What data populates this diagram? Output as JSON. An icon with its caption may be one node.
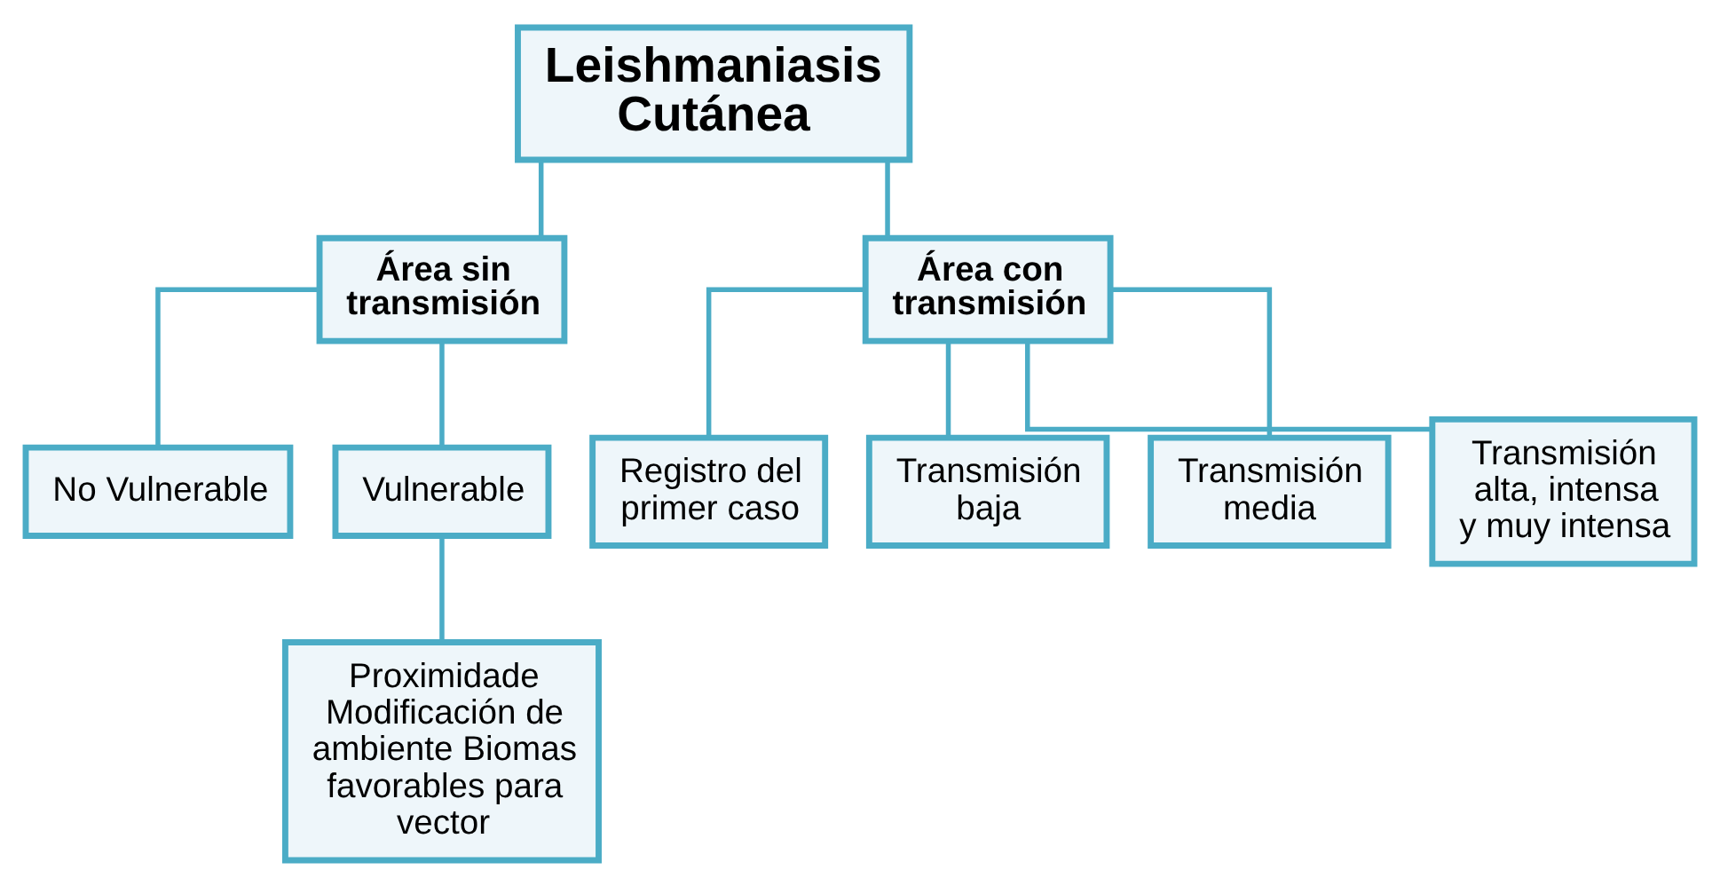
{
  "diagram": {
    "nodes": [
      {
        "text": [
          "Leishmaniasis Cutánea"
        ]
      },
      {
        "text": [
          "Área sin transmisión"
        ]
      },
      {
        "text": [
          "Área con transmisión"
        ]
      },
      {
        "text": [
          "No Vulnerable"
        ]
      },
      {
        "text": [
          "Vulnerable"
        ]
      },
      {
        "text": [
          "Registro del primer caso"
        ]
      },
      {
        "text": [
          "Transmisión baja"
        ]
      },
      {
        "text": [
          "Transmisión media"
        ]
      },
      {
        "text": [
          "Transmisión alta, intensa y muy intensa"
        ]
      },
      {
        "text": [
          "Proximidade Modificación de ambiente Biomas favorables para vector"
        ]
      }
    ],
    "edges": [
      {
        "from": 0,
        "to": 1,
        "arrow": "none"
      },
      {
        "from": 0,
        "to": 2,
        "arrow": "none"
      },
      {
        "from": 1,
        "to": 3,
        "arrow": "none"
      },
      {
        "from": 1,
        "to": 4,
        "arrow": "none"
      },
      {
        "from": 2,
        "to": 5,
        "arrow": "none"
      },
      {
        "from": 2,
        "to": 6,
        "arrow": "none"
      },
      {
        "from": 2,
        "to": 7,
        "arrow": "none"
      },
      {
        "from": 2,
        "to": 8,
        "arrow": "none"
      },
      {
        "from": 4,
        "to": 9,
        "arrow": "none"
      }
    ]
  }
}
